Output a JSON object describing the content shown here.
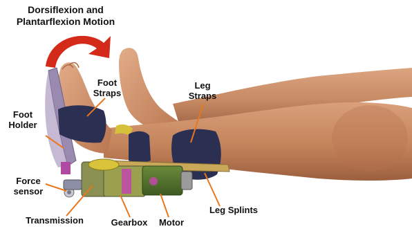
{
  "title_line1": "Dorsiflexion and",
  "title_line2": "Plantarflexion Motion",
  "labels": {
    "foot_straps_1": "Foot",
    "foot_straps_2": "Straps",
    "leg_straps_1": "Leg",
    "leg_straps_2": "Straps",
    "foot_holder_1": "Foot",
    "foot_holder_2": "Holder",
    "force_sensor_1": "Force",
    "force_sensor_2": "sensor",
    "transmission": "Transmission",
    "gearbox": "Gearbox",
    "motor": "Motor",
    "leg_splints": "Leg Splints"
  },
  "colors": {
    "arrow": "#d42a1a",
    "leader": "#e8781e",
    "strap": "#2b2f52",
    "skin": "#c98b63",
    "holder": "#9a8ab0"
  }
}
